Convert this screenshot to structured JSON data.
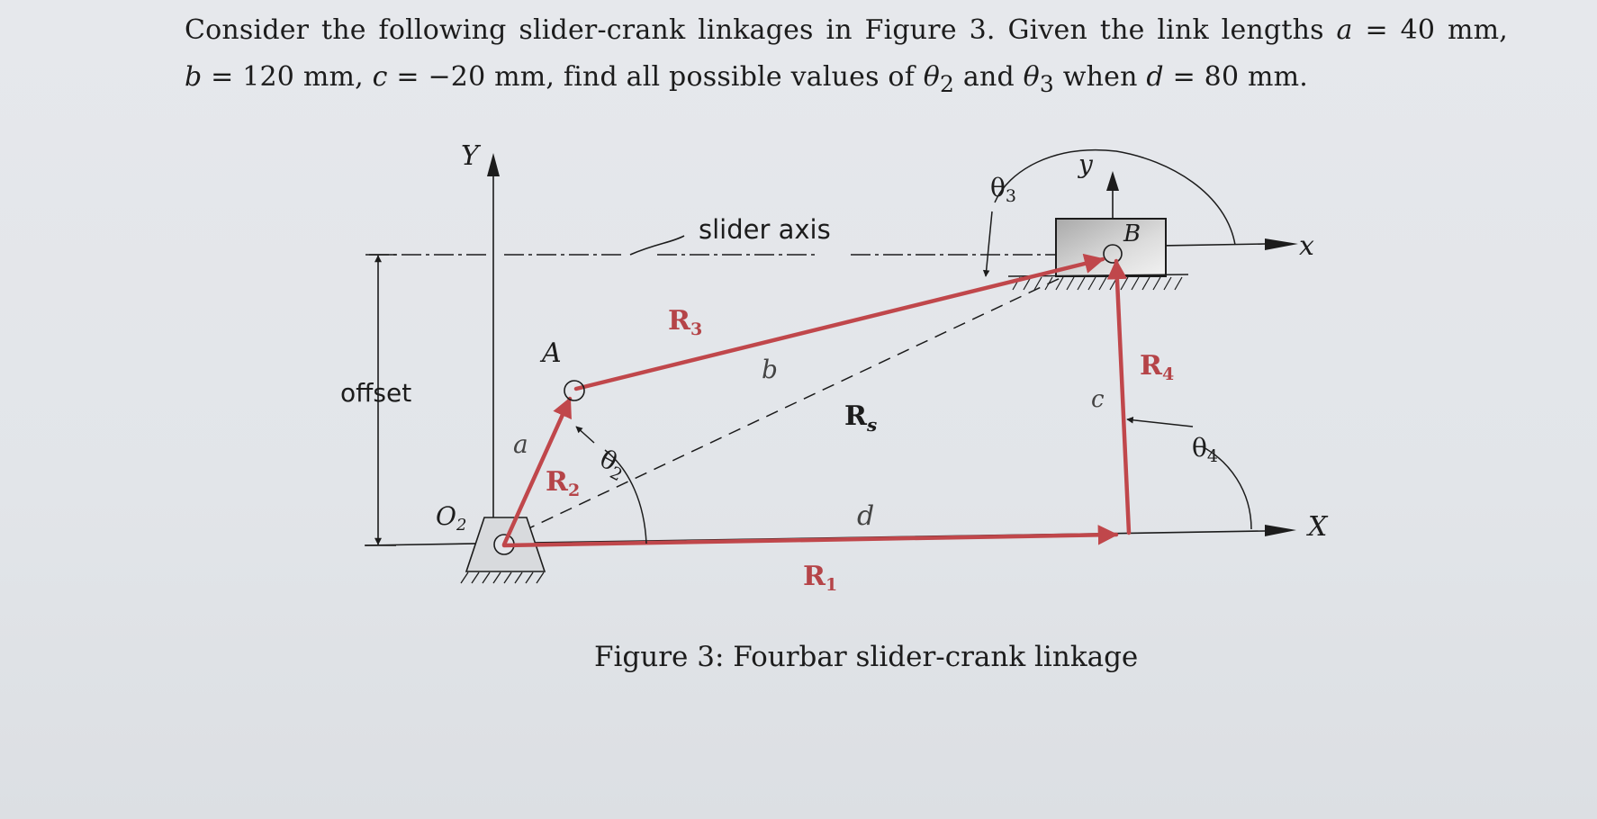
{
  "problem": {
    "line1": {
      "p1": "Consider the following slider-crank linkages in Figure 3.",
      "p2": "Given the link lengths",
      "var": "a",
      "eq": "=",
      "val": "40 mm,"
    },
    "line2": {
      "b_var": "b",
      "b_val": "= 120 mm,",
      "c_var": "c",
      "c_val": "= −20 mm,",
      "mid": "find all possible values of",
      "theta2_sym": "θ",
      "theta2_sub": "2",
      "and": "and",
      "theta3_sym": "θ",
      "theta3_sub": "3",
      "when": "when",
      "d_var": "d",
      "d_val": "= 80 mm."
    }
  },
  "figure": {
    "labels": {
      "Y_axis": "Y",
      "y_axis": "y",
      "X_axis": "X",
      "x_axis": "x",
      "slider_axis": "slider axis",
      "offset": "offset",
      "O2": "O",
      "O2_sub": "2",
      "A": "A",
      "B": "B",
      "a": "a",
      "b": "b",
      "c": "c",
      "d": "d",
      "R1": "R",
      "R1_sub": "1",
      "R2": "R",
      "R2_sub": "2",
      "R3": "R",
      "R3_sub": "3",
      "R4": "R",
      "R4_sub": "4",
      "Rs": "R",
      "Rs_sub": "s",
      "theta2": "θ",
      "theta2_sub": "2",
      "theta3": "θ",
      "theta3_sub": "3",
      "theta4": "θ",
      "theta4_sub": "4"
    },
    "colors": {
      "link": "#c0474b",
      "ink": "#1c1c1c",
      "slider_fill": "#c8c8c8"
    }
  },
  "caption": "Figure 3: Fourbar slider-crank linkage"
}
